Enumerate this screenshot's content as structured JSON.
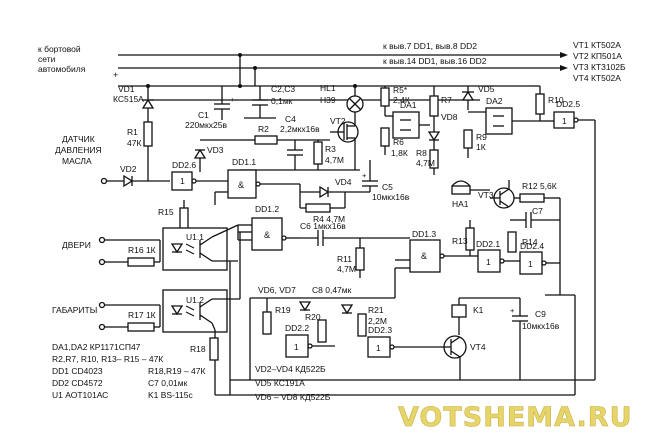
{
  "supply": {
    "label_line1": "к бортовой",
    "label_line2": "сети",
    "label_line3": "автомобиля",
    "plus": "+",
    "top_bus": "к выв.7 DD1, выв.8 DD2",
    "second_bus": "к выв.14 DD1, выв.16 DD2"
  },
  "transistor_list": [
    "VT1 КТ502А",
    "VT2 КП501А",
    "VT3 КТ3102Б",
    "VT4 КТ502А"
  ],
  "inputs": {
    "oil_line1": "ДАТЧИК",
    "oil_line2": "ДАВЛЕНИЯ",
    "oil_line3": "МАСЛА",
    "doors": "ДВЕРИ",
    "lights": "ГАБАРИТЫ"
  },
  "components": {
    "vd1": "VD1",
    "vd1_type": "КС515А",
    "r1": "R1",
    "r1_val": "47К",
    "c1": "C1",
    "c1_val": "220мкх25в",
    "c2c3": "C2,C3",
    "c2c3_val": "0,1мк",
    "hl1": "HL1",
    "hl1_type": "Н39",
    "r2": "R2",
    "c4": "C4",
    "c4_val": "2,2мкх16в",
    "vt2": "VT2",
    "r3": "R3",
    "r3_val": "4,7М",
    "vd3": "VD3",
    "vd2": "VD2",
    "dd26": "DD2.6",
    "dd11": "DD1.1",
    "vd4": "VD4",
    "r4": "R4 4,7М",
    "dd12": "DD1.2",
    "r15": "R15",
    "u11": "U1.1",
    "r16": "R16 1К",
    "u12": "U1.2",
    "r17": "R17 1К",
    "r18": "R18",
    "c6": "C6 1мкх16в",
    "r11": "R11",
    "r11_val": "4,7М",
    "dd13": "DD1.3",
    "r5": "R5*",
    "r5_val": "2,4К",
    "da1": "DA1",
    "r6": "R6",
    "r6_val": "1,8К",
    "r7": "R7",
    "vd8": "VD8",
    "r8": "R8",
    "r8_val": "4,7М",
    "vd5": "VD5",
    "da2": "DA2",
    "r9": "R9",
    "r9_val": "1К",
    "r10": "R10",
    "dd25": "DD2.5",
    "c5": "C5",
    "c5_val": "10мкх16в",
    "ha1": "HA1",
    "vt3": "VT3",
    "r12": "R12 5,6К",
    "c7": "C7",
    "r13": "R13",
    "dd21": "DD2.1",
    "r14": "R14",
    "dd24": "DD2.4",
    "vd6vd7": "VD6, VD7",
    "c8": "C8 0,47мк",
    "r19": "R19",
    "r20": "R20",
    "r21": "R21",
    "r21_val": "2,2М",
    "dd22": "DD2.2",
    "dd23": "DD2.3",
    "k1": "K1",
    "vt4": "VT4",
    "c9": "C9",
    "c9_val": "10мкх16в",
    "one": "1",
    "amp": "&"
  },
  "legend": {
    "left": [
      "DA1,DA2 КР1171СП47",
      "R2,R7, R10, R13– R15 – 47К",
      "DD1 CD4023",
      "DD2 CD4572",
      "U1 АОТ101АС"
    ],
    "right": [
      "R18,R19 – 47К",
      "C7 0,01мк",
      "K1 BS-115с"
    ],
    "bottom": [
      "VD2–VD4 КД522Б",
      "VD5 КС191А",
      "VD6 – VD8 КД522Б"
    ]
  },
  "watermark": "VOTSHEMA.RU"
}
